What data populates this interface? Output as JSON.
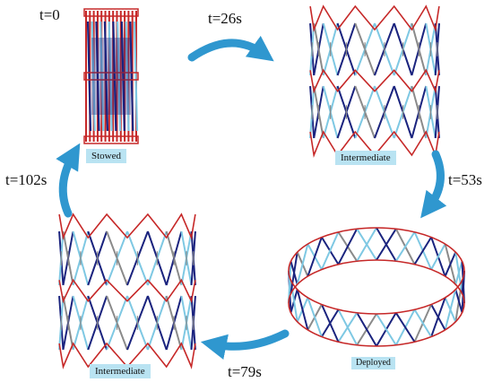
{
  "times": {
    "t0": "t=0",
    "t26": "t=26s",
    "t53": "t=53s",
    "t79": "t=79s",
    "t102": "t=102s"
  },
  "labels": {
    "stowed": "Stowed",
    "intermediate_top": "Intermediate",
    "deployed": "Deployed",
    "intermediate_bottom": "Intermediate"
  },
  "colors": {
    "arrow": "#2f97cf",
    "hoop_red": "#c62828",
    "strut_navy": "#1a237e",
    "strut_grey": "#8a8a8a",
    "strut_light": "#7ec8e3",
    "label_bg": "#b9e3f2"
  }
}
